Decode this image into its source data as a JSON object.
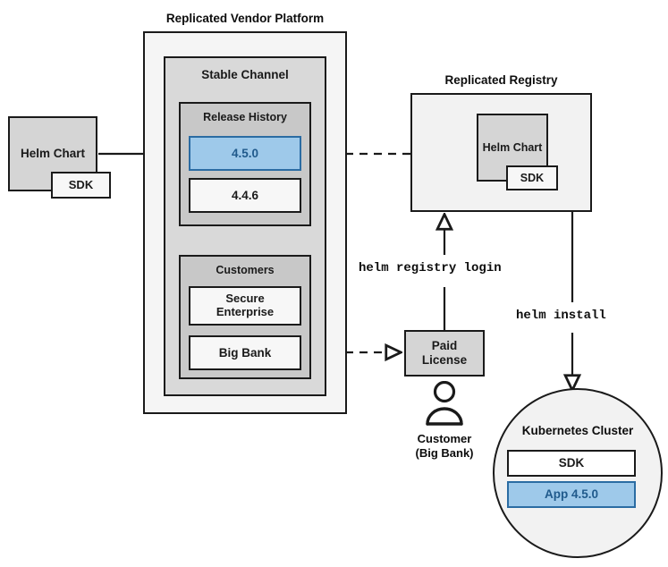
{
  "diagram": {
    "titles": {
      "vendor_platform": "Replicated Vendor Platform",
      "registry": "Replicated Registry"
    },
    "groups": {
      "stable_channel": "Stable Channel",
      "release_history": "Release History",
      "customers": "Customers"
    },
    "releases": [
      {
        "label": "4.5.0",
        "highlighted": true
      },
      {
        "label": "4.4.6",
        "highlighted": false
      }
    ],
    "customer_accounts": [
      {
        "label": "Secure Enterprise",
        "line1": "Secure",
        "line2": "Enterprise"
      },
      {
        "label": "Big Bank",
        "line1": "Big Bank",
        "line2": ""
      }
    ],
    "source_chart": {
      "label": "Helm Chart",
      "sdk_label": "SDK"
    },
    "registry_chart": {
      "label": "Helm Chart",
      "sdk_label": "SDK"
    },
    "license": {
      "line1": "Paid",
      "line2": "License"
    },
    "actor": {
      "icon": "person-icon",
      "line1": "Customer",
      "line2": "(Big Bank)"
    },
    "cluster": {
      "label": "Kubernetes Cluster",
      "sdk_label": "SDK",
      "app_label": "App 4.5.0"
    },
    "commands": {
      "registry_login": "helm registry login",
      "install": "helm install"
    },
    "colors": {
      "highlight_fill": "#9ec9ea",
      "highlight_border": "#2b6ca3",
      "highlight_text": "#205a8c",
      "outline": "#1a1a1a",
      "platform_fill": "#f5f5f5",
      "channel_fill": "#d9d9d9",
      "group_fill": "#c8c8c8",
      "box_fill": "#f7f7f7",
      "chart_fill": "#d5d5d5"
    }
  }
}
